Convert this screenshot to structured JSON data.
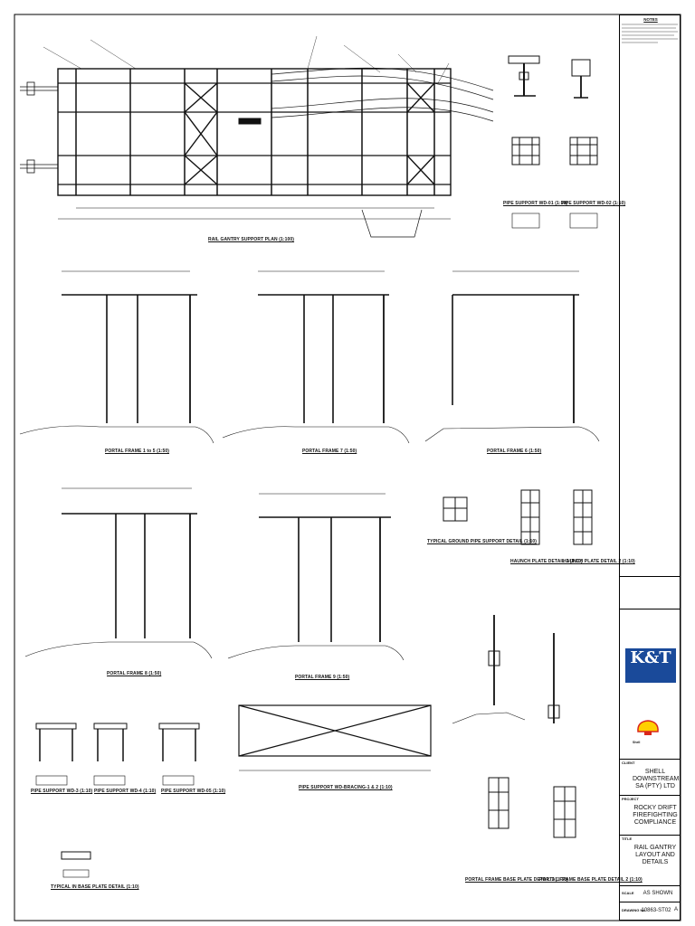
{
  "drawing": {
    "views": {
      "plan": "RAIL GANTRY SUPPORT PLAN (1:100)",
      "pf_1": "PORTAL FRAME 1 to 5 (1:50)",
      "pf_2": "PORTAL FRAME 7 (1:50)",
      "pf_3": "PORTAL FRAME 6 (1:50)",
      "pf_4": "PORTAL FRAME 8 (1:50)",
      "pf_5": "PORTAL FRAME 9 (1:50)",
      "pipe_support_a": "PIPE SUPPORT WD-01 (1:10)",
      "pipe_support_b": "PIPE SUPPORT WD-02 (1:10)",
      "typ_ground": "TYPICAL GROUND PIPE SUPPORT DETAIL (1:10)",
      "haunch_1": "HAUNCH PLATE DETAIL 1 (1:10)",
      "haunch_2": "HAUNCH PLATE DETAIL 2 (1:10)",
      "ps_c": "PIPE SUPPORT WD-3 (1:10)",
      "ps_d": "PIPE SUPPORT WD-4 (1:10)",
      "ps_e": "PIPE SUPPORT WD-05 (1:10)",
      "bracing": "PIPE SUPPORT WD-BRACING-1 & 2 (1:10)",
      "base_1": "PORTAL FRAME BASE PLATE DETAIL 1 (1:10)",
      "base_2": "PORTAL FRAME BASE PLATE DETAIL 2 (1:10)",
      "typ_base": "TYPICAL IN BASE PLATE DETAIL (1:10)"
    }
  },
  "title_block": {
    "notes_title": "NOTES",
    "client_label": "CLIENT",
    "client": "SHELL DOWNSTREAM SA (PTY) LTD",
    "project_label": "PROJECT",
    "project": "ROCKY DRIFT FIREFIGHTING COMPLIANCE",
    "title_label": "TITLE",
    "title": "RAIL GANTRY LAYOUT AND DETAILS",
    "scale_label": "SCALE",
    "scale": "AS SHOWN",
    "drawing_no_label": "DRAWING No.",
    "drawing_no": "10863-ST02",
    "revision": "A",
    "logo_text": "K&T",
    "shell_text": "Shell"
  },
  "colors": {
    "ink": "#111111",
    "logo_blue": "#1a4a9a",
    "shell_red": "#d9261c",
    "shell_yellow": "#ffd000"
  }
}
